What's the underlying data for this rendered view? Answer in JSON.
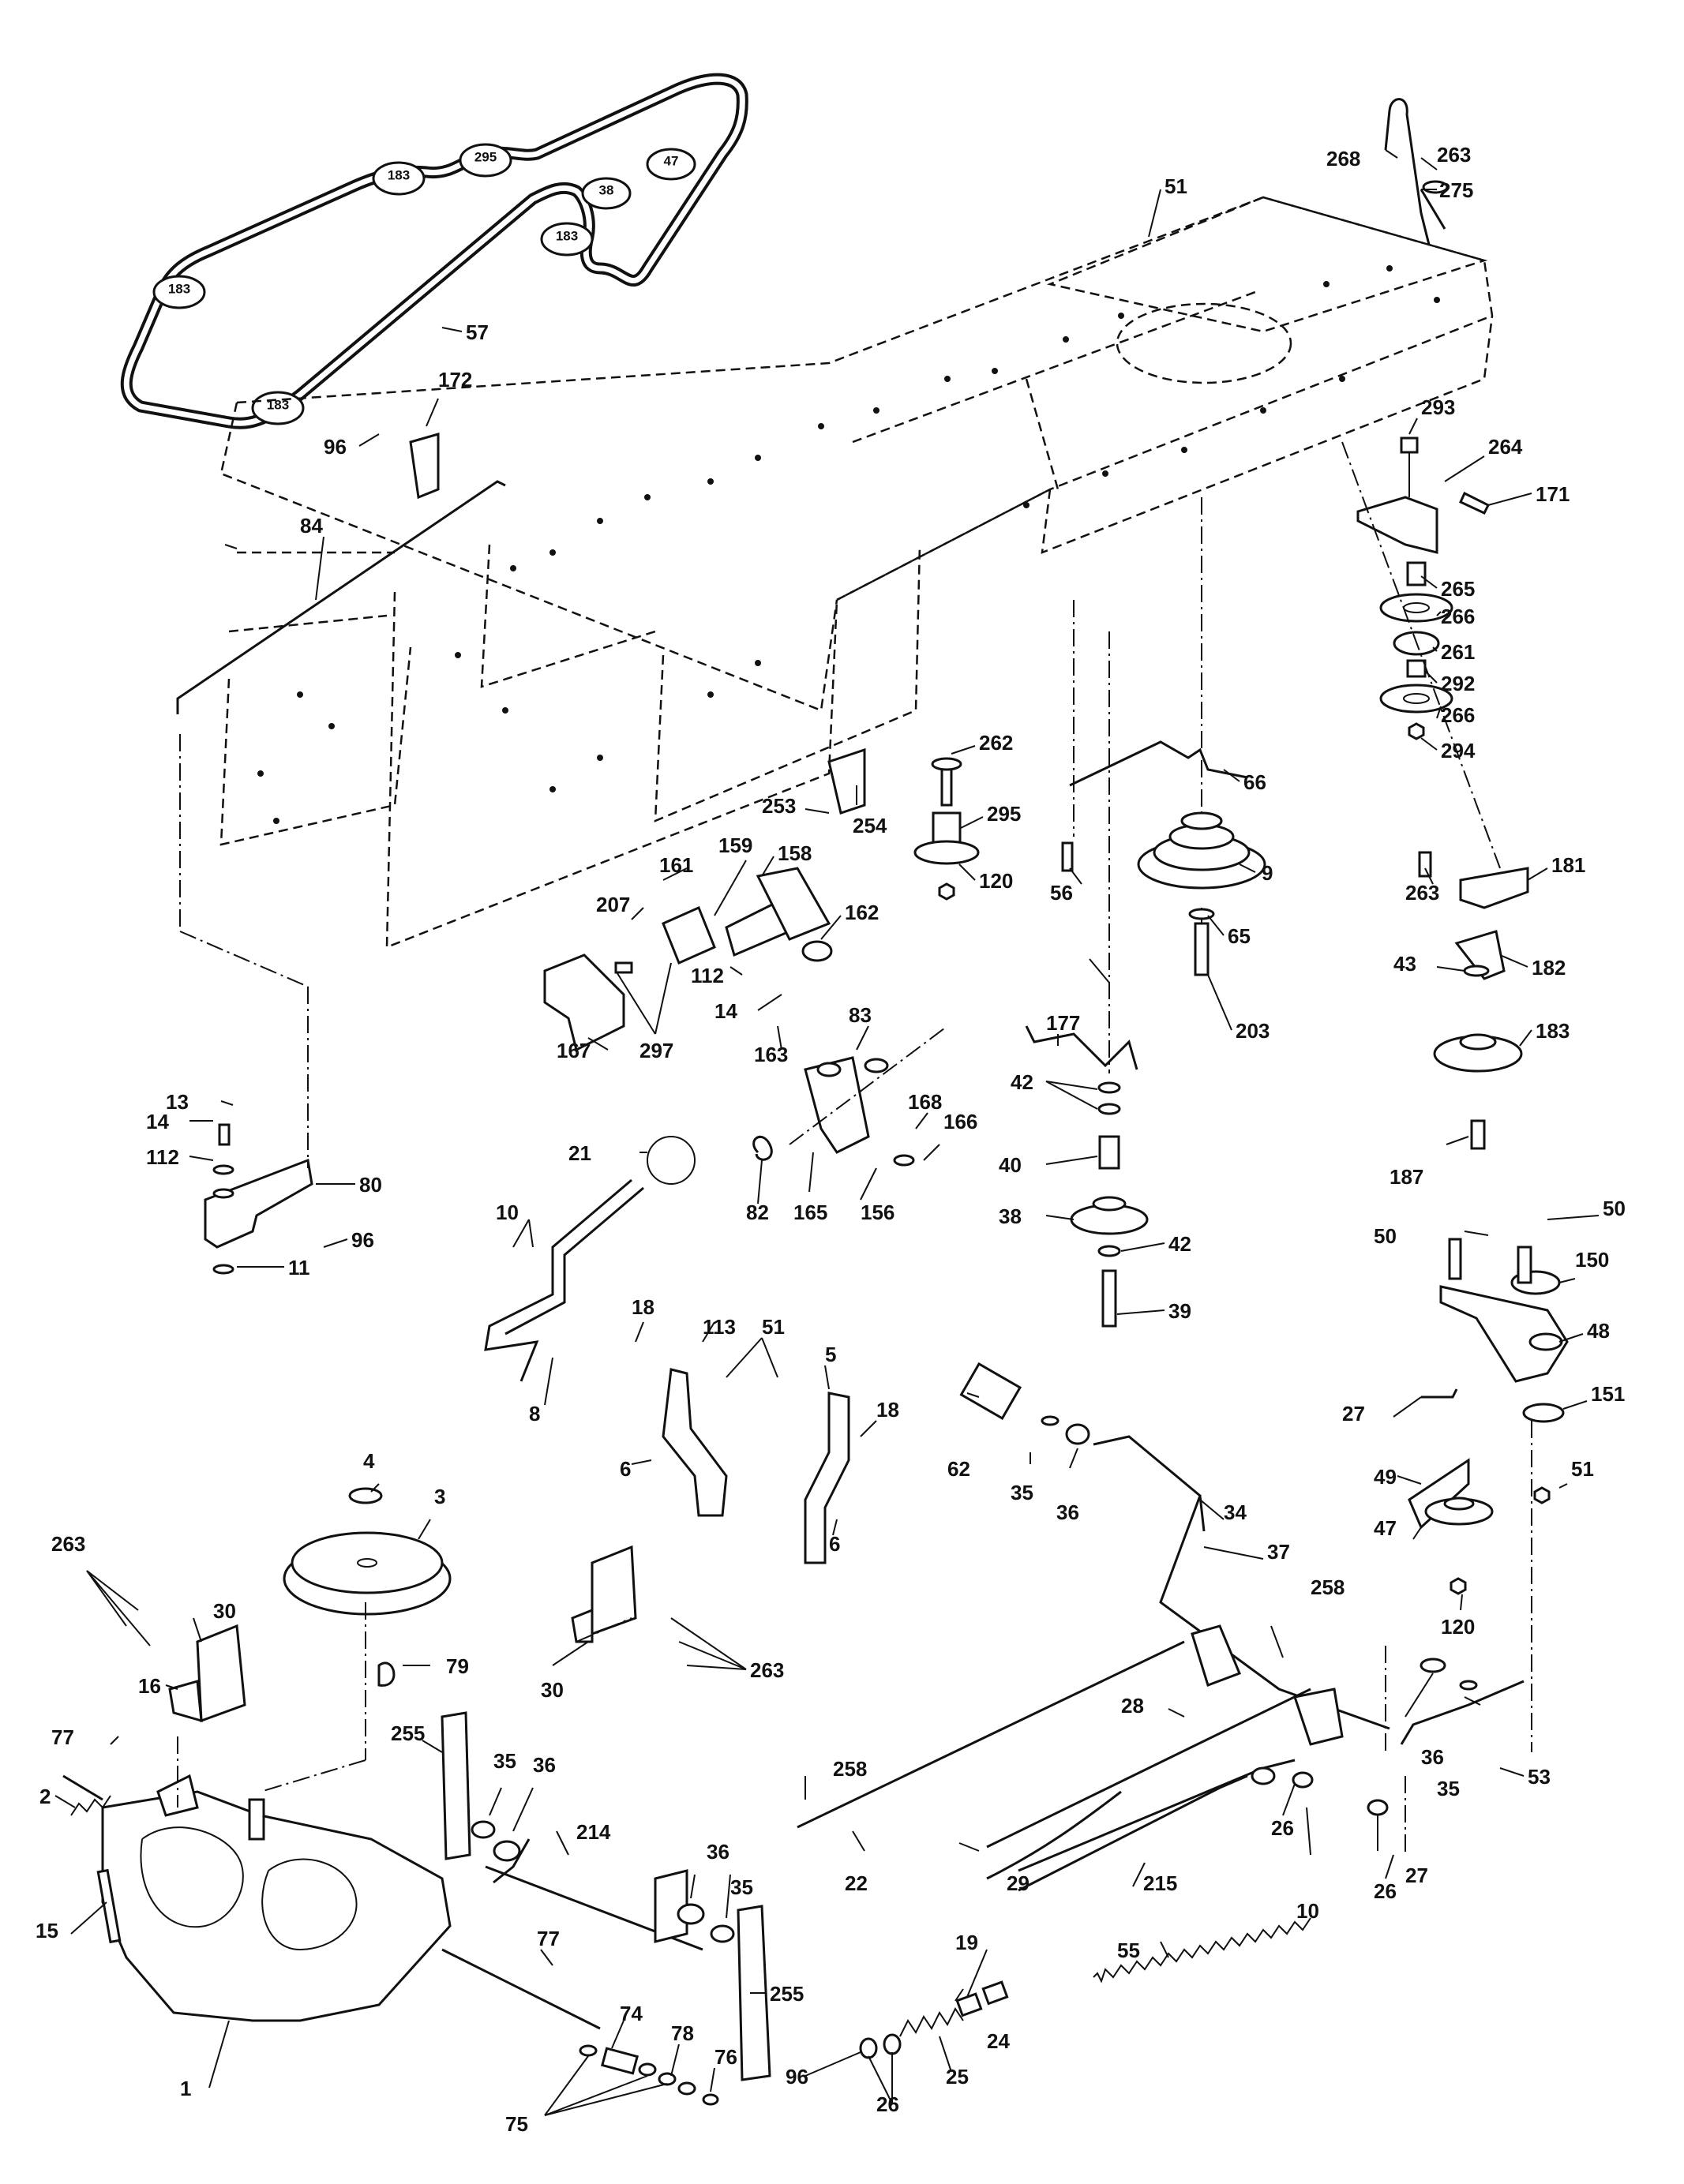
{
  "belt_pulley_labels": [
    "183",
    "295",
    "47",
    "38",
    "183",
    "183",
    "183"
  ],
  "part_labels": [
    "268",
    "263",
    "275",
    "51",
    "57",
    "172",
    "96",
    "84",
    "293",
    "264",
    "171",
    "265",
    "266",
    "261",
    "292",
    "266",
    "294",
    "262",
    "295",
    "120",
    "66",
    "253",
    "254",
    "159",
    "161",
    "158",
    "207",
    "162",
    "56",
    "9",
    "181",
    "263",
    "65",
    "43",
    "182",
    "112",
    "14",
    "83",
    "167",
    "297",
    "163",
    "203",
    "177",
    "183",
    "13",
    "14",
    "112",
    "80",
    "96",
    "11",
    "21",
    "168",
    "166",
    "42",
    "40",
    "82",
    "165",
    "156",
    "38",
    "42",
    "187",
    "10",
    "39",
    "8",
    "18",
    "113",
    "51",
    "5",
    "18",
    "6",
    "6",
    "50",
    "50",
    "150",
    "48",
    "27",
    "151",
    "49",
    "51",
    "47",
    "62",
    "35",
    "36",
    "34",
    "37",
    "120",
    "4",
    "3",
    "263",
    "30",
    "16",
    "79",
    "30",
    "263",
    "258",
    "77",
    "255",
    "35",
    "36",
    "28",
    "36",
    "35",
    "2",
    "214",
    "36",
    "35",
    "258",
    "53",
    "26",
    "29",
    "215",
    "26",
    "10",
    "22",
    "27",
    "15",
    "77",
    "19",
    "24",
    "55",
    "74",
    "78",
    "76",
    "255",
    "96",
    "25",
    "26",
    "1",
    "75"
  ]
}
